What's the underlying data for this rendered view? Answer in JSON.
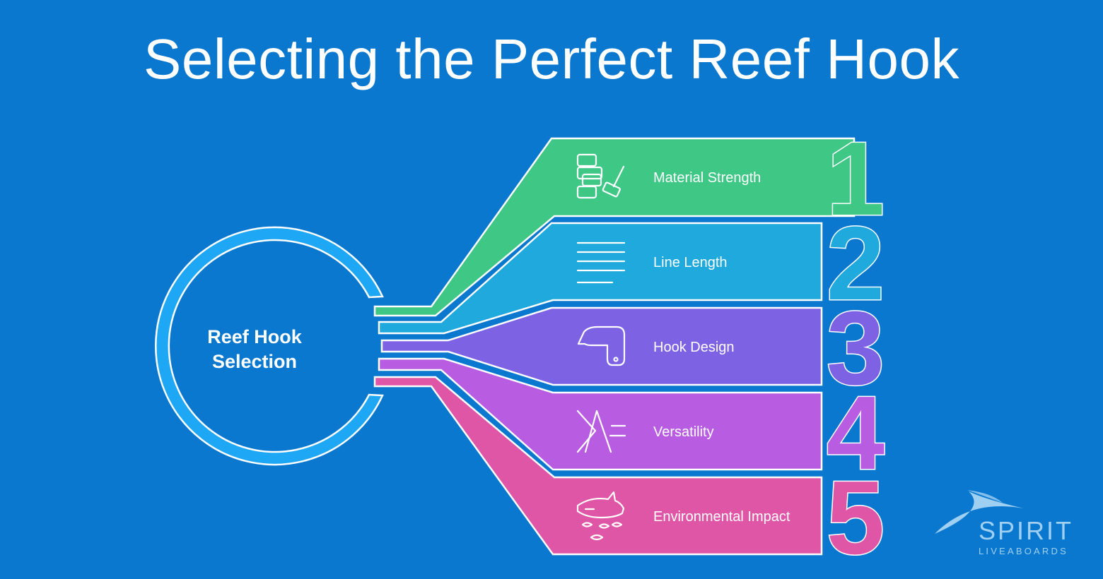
{
  "title": "Selecting the Perfect Reef Hook",
  "center": {
    "line1": "Reef Hook",
    "line2": "Selection"
  },
  "items": [
    {
      "number": "1",
      "label": "Material Strength",
      "icon": "blocks-and-hammer-icon",
      "color": "#3ec785"
    },
    {
      "number": "2",
      "label": "Line Length",
      "icon": "text-lines-icon",
      "color": "#20a9dc"
    },
    {
      "number": "3",
      "label": "Hook Design",
      "icon": "hook-icon",
      "color": "#7d62e4"
    },
    {
      "number": "4",
      "label": "Versatility",
      "icon": "lambda-icon",
      "color": "#b85ce2"
    },
    {
      "number": "5",
      "label": "Environmental Impact",
      "icon": "shark-and-fish-icon",
      "color": "#e056a6"
    }
  ],
  "logo": {
    "name": "SPIRIT",
    "tagline": "LIVEABOARDS"
  },
  "colors": {
    "background": "#0a78cf",
    "ring": "#1ea7f5",
    "logo": "#9fd0f2"
  }
}
